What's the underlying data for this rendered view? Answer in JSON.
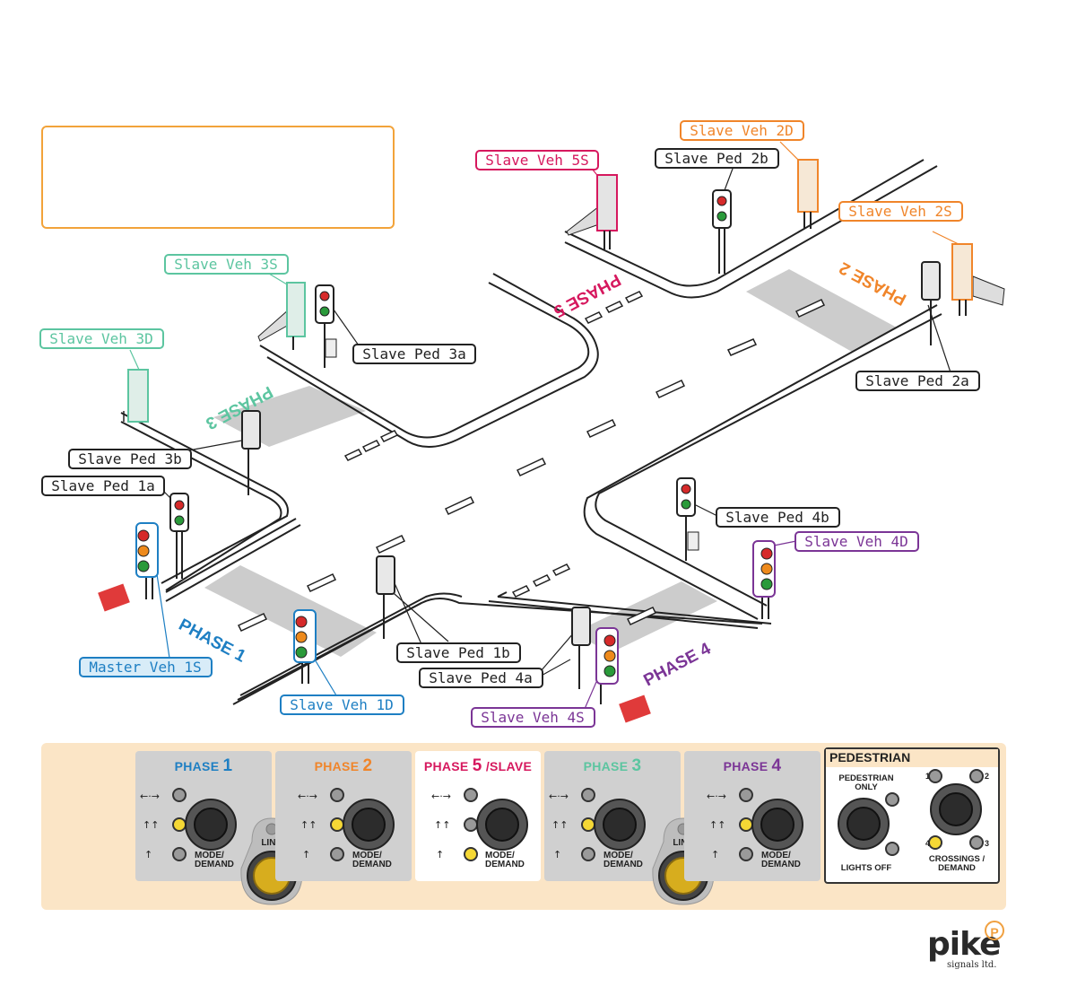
{
  "colors": {
    "phase1": "#1e7fc3",
    "phase2": "#f0852a",
    "phase3": "#5cc5a0",
    "phase4": "#7b3596",
    "phase5": "#d6185e",
    "black": "#222222",
    "panel_bg": "#fbe5c6",
    "info_border": "#f2a33a"
  },
  "phase_labels": {
    "phase1": "PHASE 1",
    "phase2": "PHASE 2",
    "phase3": "PHASE 3",
    "phase4": "PHASE 4",
    "phase5": "PHASE 5"
  },
  "labels": {
    "master_veh_1s": "Master Veh 1S",
    "slave_veh_1d": "Slave Veh 1D",
    "slave_ped_1a": "Slave Ped 1a",
    "slave_ped_1b": "Slave Ped 1b",
    "slave_veh_2d": "Slave Veh 2D",
    "slave_veh_2s": "Slave Veh 2S",
    "slave_ped_2a": "Slave Ped 2a",
    "slave_ped_2b": "Slave Ped 2b",
    "slave_veh_3s": "Slave Veh 3S",
    "slave_veh_3d": "Slave Veh 3D",
    "slave_ped_3a": "Slave Ped 3a",
    "slave_ped_3b": "Slave Ped 3b",
    "slave_ped_4a": "Slave Ped 4a",
    "slave_ped_4b": "Slave Ped 4b",
    "slave_veh_4d": "Slave Veh 4D",
    "slave_veh_4s": "Slave Veh 4S",
    "slave_veh_5s": "Slave Veh 5S"
  },
  "panel": {
    "phases": [
      {
        "word": "PHASE",
        "num": "1",
        "color": "#1e7fc3",
        "active_led": 1,
        "highlight": false
      },
      {
        "word": "PHASE",
        "num": "2",
        "color": "#f0852a",
        "active_led": 1,
        "highlight": false
      },
      {
        "word": "PHASE",
        "num": "5",
        "suffix": " /SLAVE",
        "color": "#d6185e",
        "active_led": 2,
        "highlight": true
      },
      {
        "word": "PHASE",
        "num": "3",
        "color": "#5cc5a0",
        "active_led": 1,
        "highlight": false
      },
      {
        "word": "PHASE",
        "num": "4",
        "color": "#7b3596",
        "active_led": 1,
        "highlight": false
      }
    ],
    "mode_demand": "MODE/ DEMAND",
    "link": "LINK",
    "pedestrian": {
      "title": "PEDESTRIAN",
      "ped_only": "PEDESTRIAN ONLY",
      "lights_off": "LIGHTS OFF",
      "crossings": "CROSSINGS / DEMAND",
      "numbers": [
        "1",
        "2",
        "3",
        "4"
      ],
      "active_led": "4"
    }
  },
  "logo": {
    "main": "pike",
    "sub": "signals ltd.",
    "mark": "P"
  }
}
